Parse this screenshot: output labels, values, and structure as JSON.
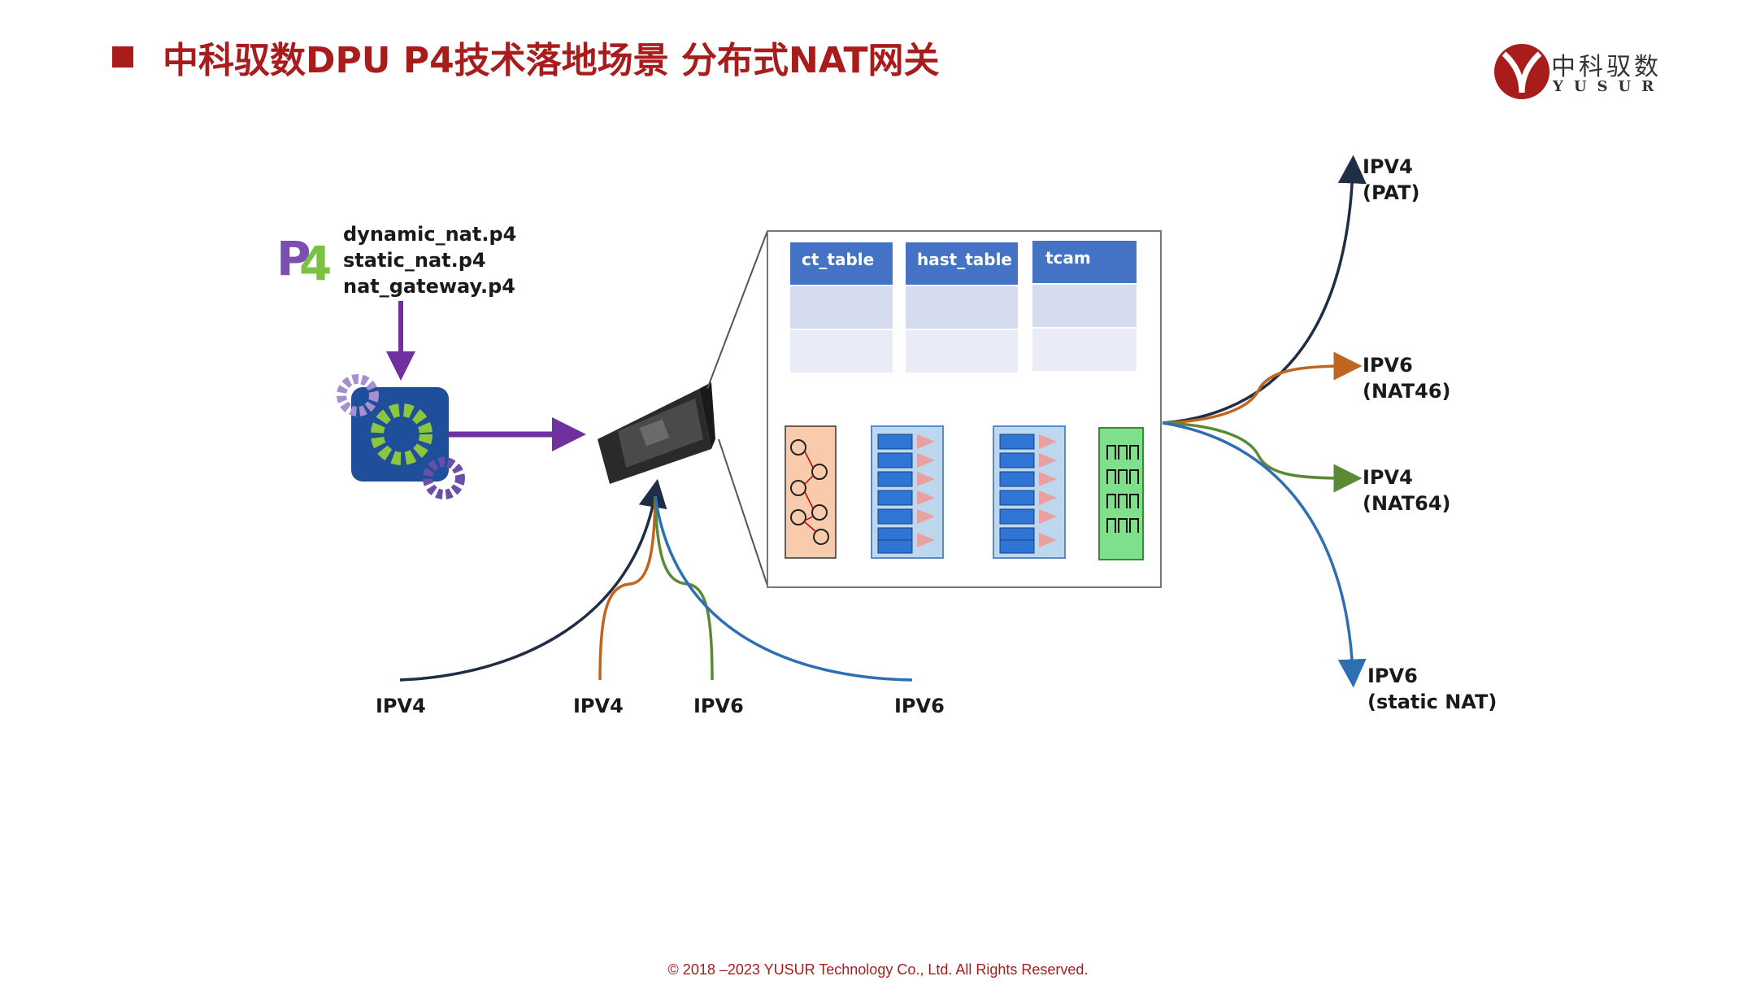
{
  "title": "中科驭数DPU P4技术落地场景 分布式NAT网关",
  "logo": {
    "cn": "中科驭数",
    "en": "YUSUR"
  },
  "p4_files": [
    "dynamic_nat.p4",
    "static_nat.p4",
    "nat_gateway.p4"
  ],
  "tables": [
    "ct_table",
    "hast_table",
    "tcam"
  ],
  "inputs": [
    "IPV4",
    "IPV4",
    "IPV6",
    "IPV6"
  ],
  "outputs": [
    {
      "line1": "IPV4",
      "line2": "(PAT)"
    },
    {
      "line1": "IPV6",
      "line2": "(NAT46)"
    },
    {
      "line1": "IPV4",
      "line2": "(NAT64)"
    },
    {
      "line1": "IPV6",
      "line2": "(static NAT)"
    }
  ],
  "footer": "© 2018 –2023 YUSUR Technology Co., Ltd. All Rights Reserved.",
  "colors": {
    "brand": "#a81c1c",
    "dark_line": "#1f2d45",
    "orange_line": "#c0651f",
    "green_line": "#5b8a34",
    "blue_line": "#2e6fb3",
    "arrow_purple": "#7030a0",
    "table_header": "#4472c4"
  }
}
